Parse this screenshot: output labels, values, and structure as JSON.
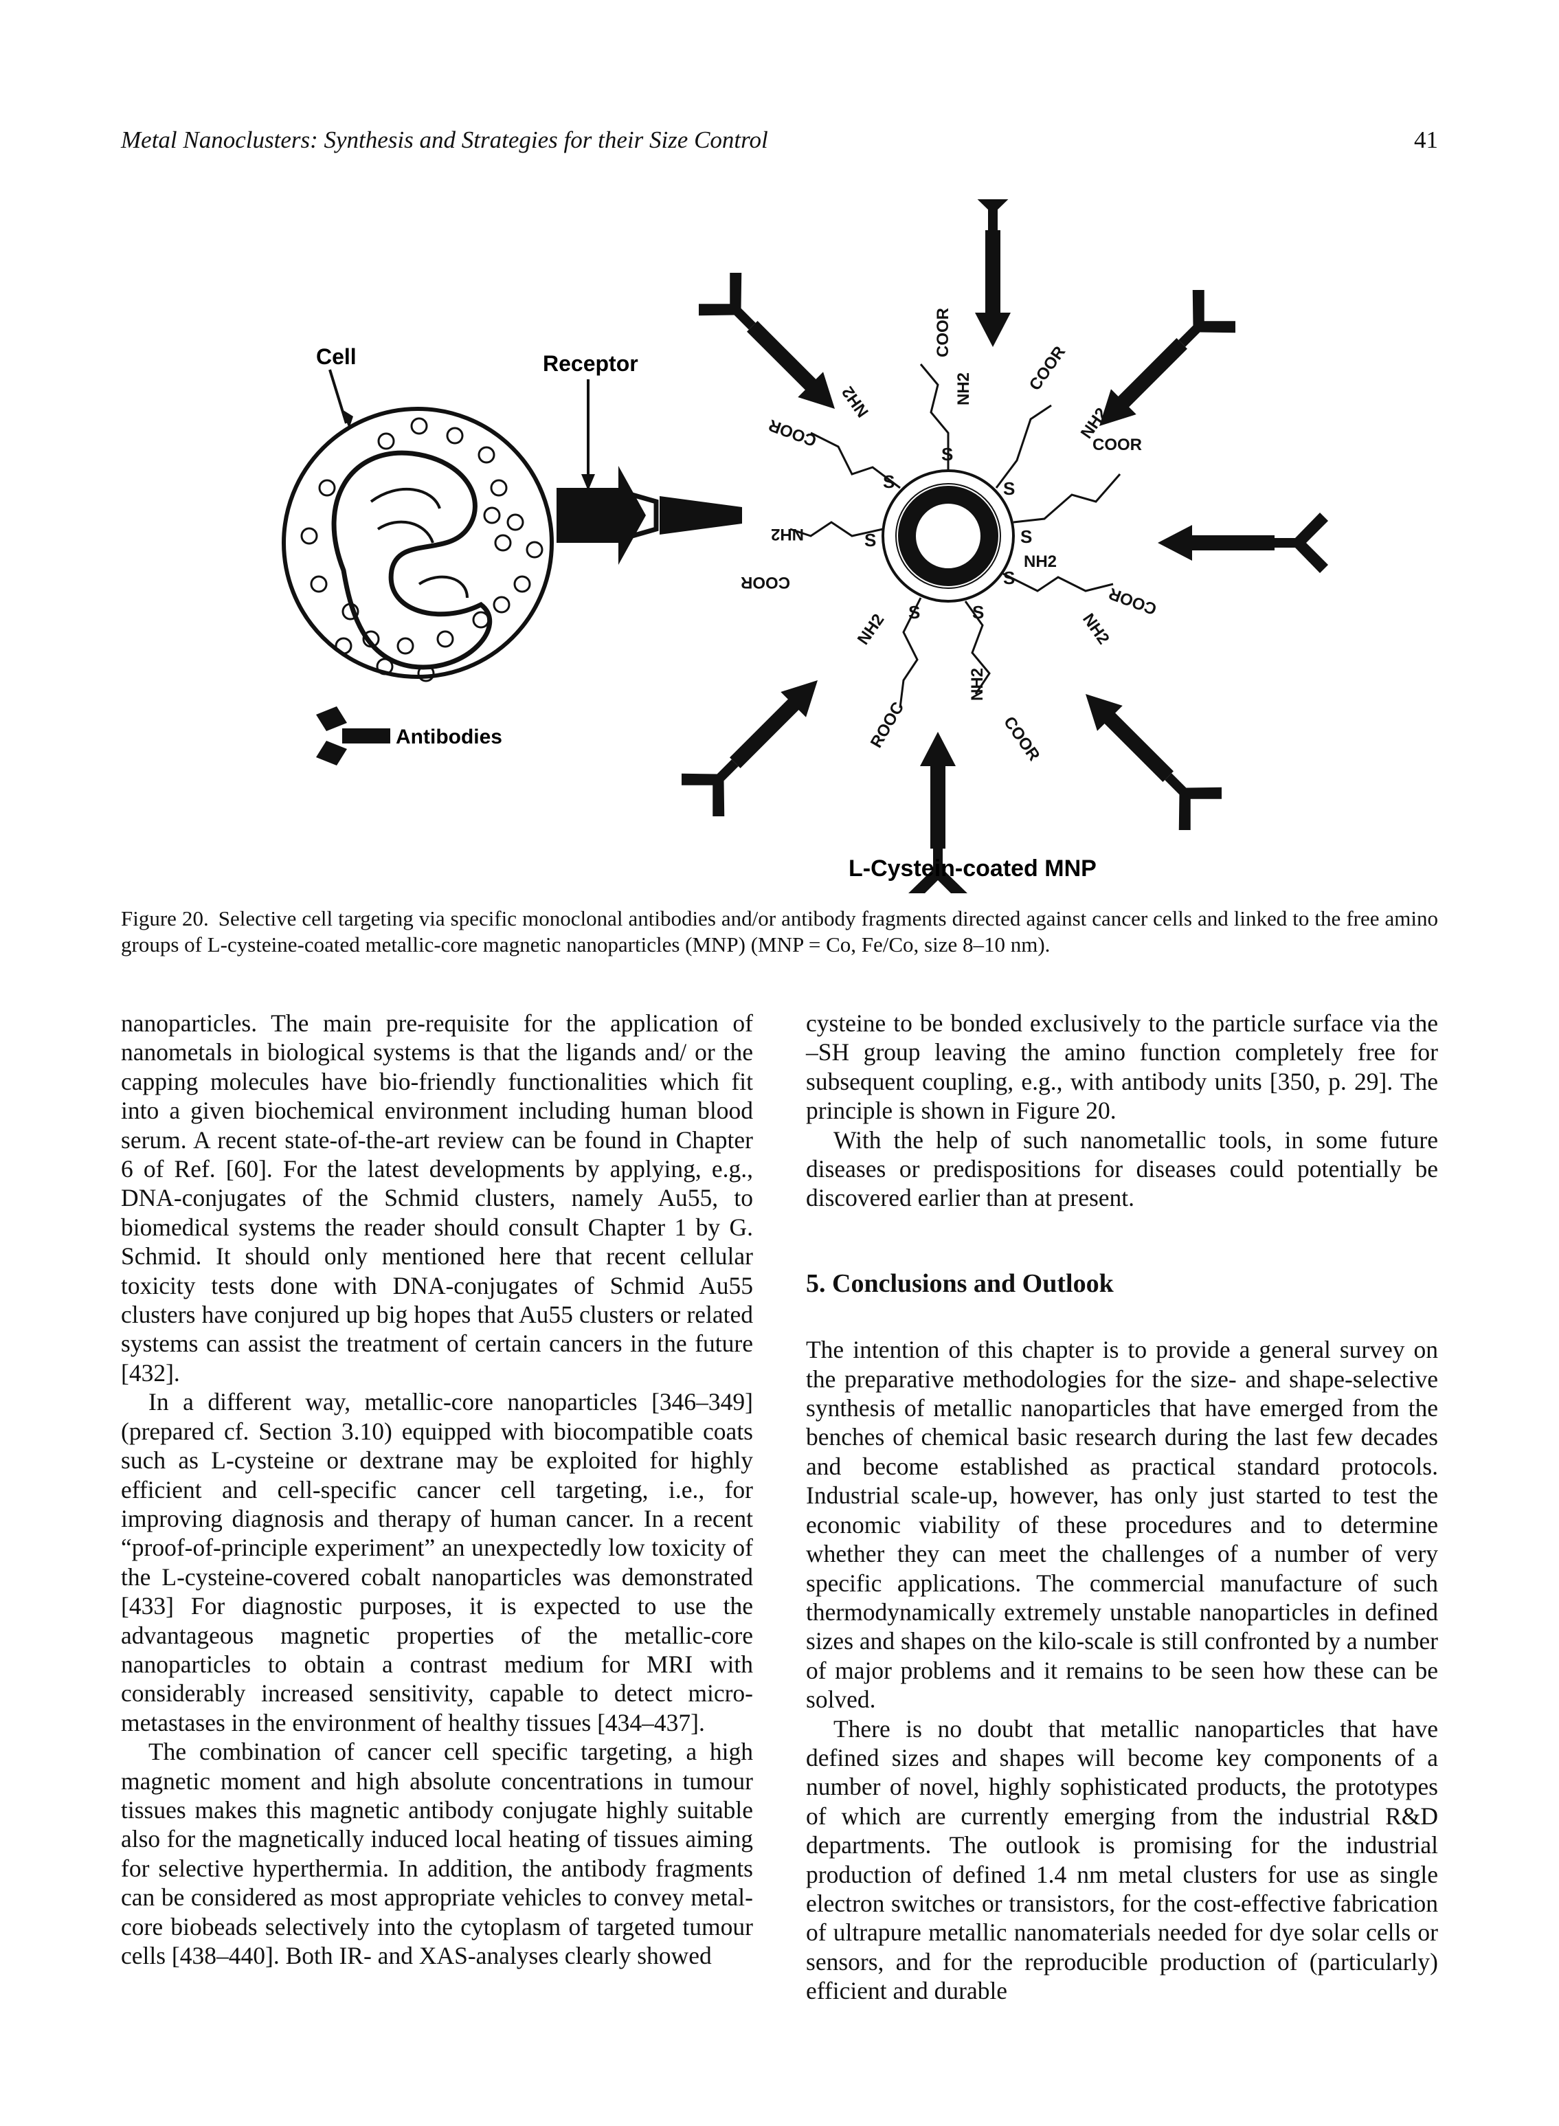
{
  "header": {
    "running_title": "Metal Nanoclusters: Synthesis and Strategies for their Size Control",
    "page_number": "41"
  },
  "figure": {
    "labels": {
      "cell": "Cell",
      "receptor": "Receptor",
      "antibodies": "Antibodies",
      "mnp": "L-Cystein-coated MNP",
      "s": "S",
      "nh2": "NH2",
      "coor": "COOR",
      "rooc": "ROOC"
    },
    "caption_label": "Figure 20.",
    "caption_text": "Selective cell targeting via specific monoclonal antibodies and/or antibody fragments directed against cancer cells and linked to the free amino groups of L-cysteine-coated metallic-core magnetic nanoparticles (MNP) (MNP = Co, Fe/Co, size 8–10 nm)."
  },
  "left_column": {
    "p1": "nanoparticles. The main pre-requisite for the application of nanometals in biological systems is that the ligands and/ or the capping molecules have bio-friendly functionalities which fit into a given biochemical environment including human blood serum. A recent state-of-the-art review can be found in Chapter 6 of Ref. [60]. For the latest developments by applying, e.g., DNA-conjugates of the Schmid clusters, namely Au55, to biomedical systems the reader should consult Chapter 1 by G. Schmid. It should only mentioned here that recent cellular toxicity tests done with DNA-conjugates of Schmid Au55 clusters have conjured up big hopes that Au55 clusters or related systems can assist the treatment of certain cancers in the future [432].",
    "p2": "In a different way, metallic-core nanoparticles [346–349] (prepared cf. Section 3.10) equipped with biocompatible coats such as L-cysteine or dextrane may be exploited for highly efficient and cell-specific cancer cell targeting, i.e., for improving diagnosis and therapy of human cancer. In a recent “proof-of-principle experiment” an unexpectedly low toxicity of the L-cysteine-covered cobalt nanoparticles was demonstrated [433] For diagnostic purposes, it is expected to use the advantageous magnetic properties of the metallic-core nanoparticles to obtain a contrast medium for MRI with considerably increased sensitivity, capable to detect micro-metastases in the environment of healthy tissues [434–437].",
    "p3": "The combination of cancer cell specific targeting, a high magnetic moment and high absolute concentrations in tumour tissues makes this magnetic antibody conjugate highly suitable also for the magnetically induced local heating of tissues aiming for selective hyperthermia. In addition, the antibody fragments can be considered as most appropriate vehicles to convey metal-core biobeads selectively into the cytoplasm of targeted tumour cells [438–440]. Both IR- and XAS-analyses clearly showed"
  },
  "right_column": {
    "p1": "cysteine to be bonded exclusively to the particle surface via the –SH group leaving the amino function completely free for subsequent coupling, e.g., with antibody units [350, p. 29]. The principle is shown in Figure 20.",
    "p2": "With the help of such nanometallic tools, in some future diseases or predispositions for diseases could potentially be discovered earlier than at present.",
    "section_heading": "5. Conclusions and Outlook",
    "p3": "The intention of this chapter is to provide a general survey on the preparative methodologies for the size- and shape-selective synthesis of metallic nanoparticles that have emerged from the benches of chemical basic research during the last few decades and become established as practical standard protocols. Industrial scale-up, however, has only just started to test the economic viability of these procedures and to determine whether they can meet the challenges of a number of very specific applications. The commercial manufacture of such thermodynamically extremely unstable nanoparticles in defined sizes and shapes on the kilo-scale is still confronted by a number of major problems and it remains to be seen how these can be solved.",
    "p4": "There is no doubt that metallic nanoparticles that have defined sizes and shapes will become key components of a number of novel, highly sophisticated products, the prototypes of which are currently emerging from the industrial R&D departments. The outlook is promising for the industrial production of defined 1.4 nm metal clusters for use as single electron switches or transistors, for the cost-effective fabrication of ultrapure metallic nanomaterials needed for dye solar cells or sensors, and for the reproducible production of (particularly) efficient and durable"
  }
}
